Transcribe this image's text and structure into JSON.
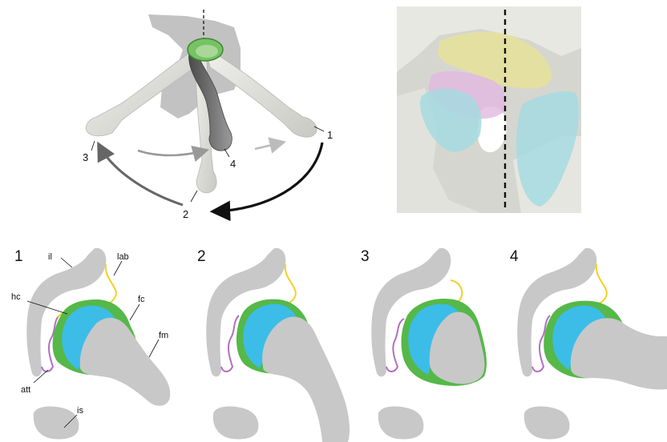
{
  "top_left": {
    "positions": [
      "1",
      "2",
      "3",
      "4"
    ]
  },
  "panels": [
    {
      "number": "1",
      "labels": {
        "il": "il",
        "lab": "lab",
        "hc": "hc",
        "fc": "fc",
        "fm": "fm",
        "att": "att",
        "is": "is"
      }
    },
    {
      "number": "2"
    },
    {
      "number": "3"
    },
    {
      "number": "4"
    }
  ],
  "colors": {
    "bone": "#c8c8c8",
    "femoral_cartilage": "#55b848",
    "hip_cartilage": "#3bbde8",
    "labrum": "#f2d024",
    "attachment": "#b070c0",
    "render_yellow": "#e6e29a",
    "render_pink": "#e2b8e0",
    "render_cyan": "#a6dbe0"
  }
}
